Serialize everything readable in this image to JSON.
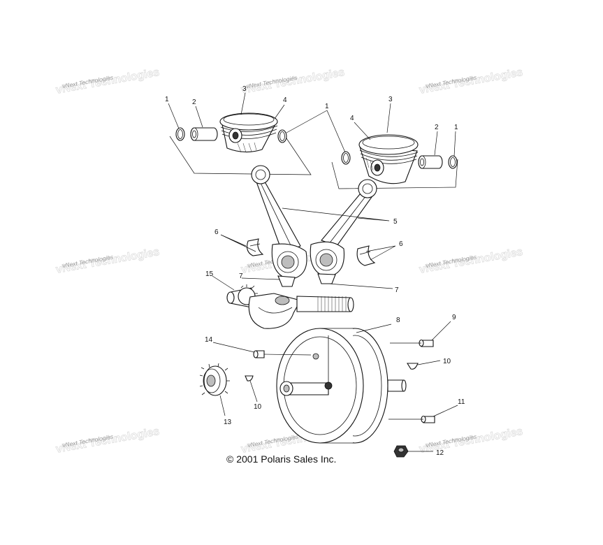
{
  "diagram": {
    "copyright": "© 2001 Polaris Sales Inc.",
    "watermark": "vNext Technologies",
    "callouts": [
      {
        "id": "c1a",
        "text": "1"
      },
      {
        "id": "c2a",
        "text": "2"
      },
      {
        "id": "c3a",
        "text": "3"
      },
      {
        "id": "c4a",
        "text": "4"
      },
      {
        "id": "c1b",
        "text": "1"
      },
      {
        "id": "c3b",
        "text": "3"
      },
      {
        "id": "c4b",
        "text": "4"
      },
      {
        "id": "c2b",
        "text": "2"
      },
      {
        "id": "c1c",
        "text": "1"
      },
      {
        "id": "c5",
        "text": "5"
      },
      {
        "id": "c6a",
        "text": "6"
      },
      {
        "id": "c6b",
        "text": "6"
      },
      {
        "id": "c15",
        "text": "15"
      },
      {
        "id": "c7a",
        "text": "7"
      },
      {
        "id": "c7b",
        "text": "7"
      },
      {
        "id": "c8",
        "text": "8"
      },
      {
        "id": "c9",
        "text": "9"
      },
      {
        "id": "c14",
        "text": "14"
      },
      {
        "id": "c10a",
        "text": "10"
      },
      {
        "id": "c10b",
        "text": "10"
      },
      {
        "id": "c11",
        "text": "11"
      },
      {
        "id": "c13",
        "text": "13"
      },
      {
        "id": "c12",
        "text": "12"
      }
    ]
  }
}
